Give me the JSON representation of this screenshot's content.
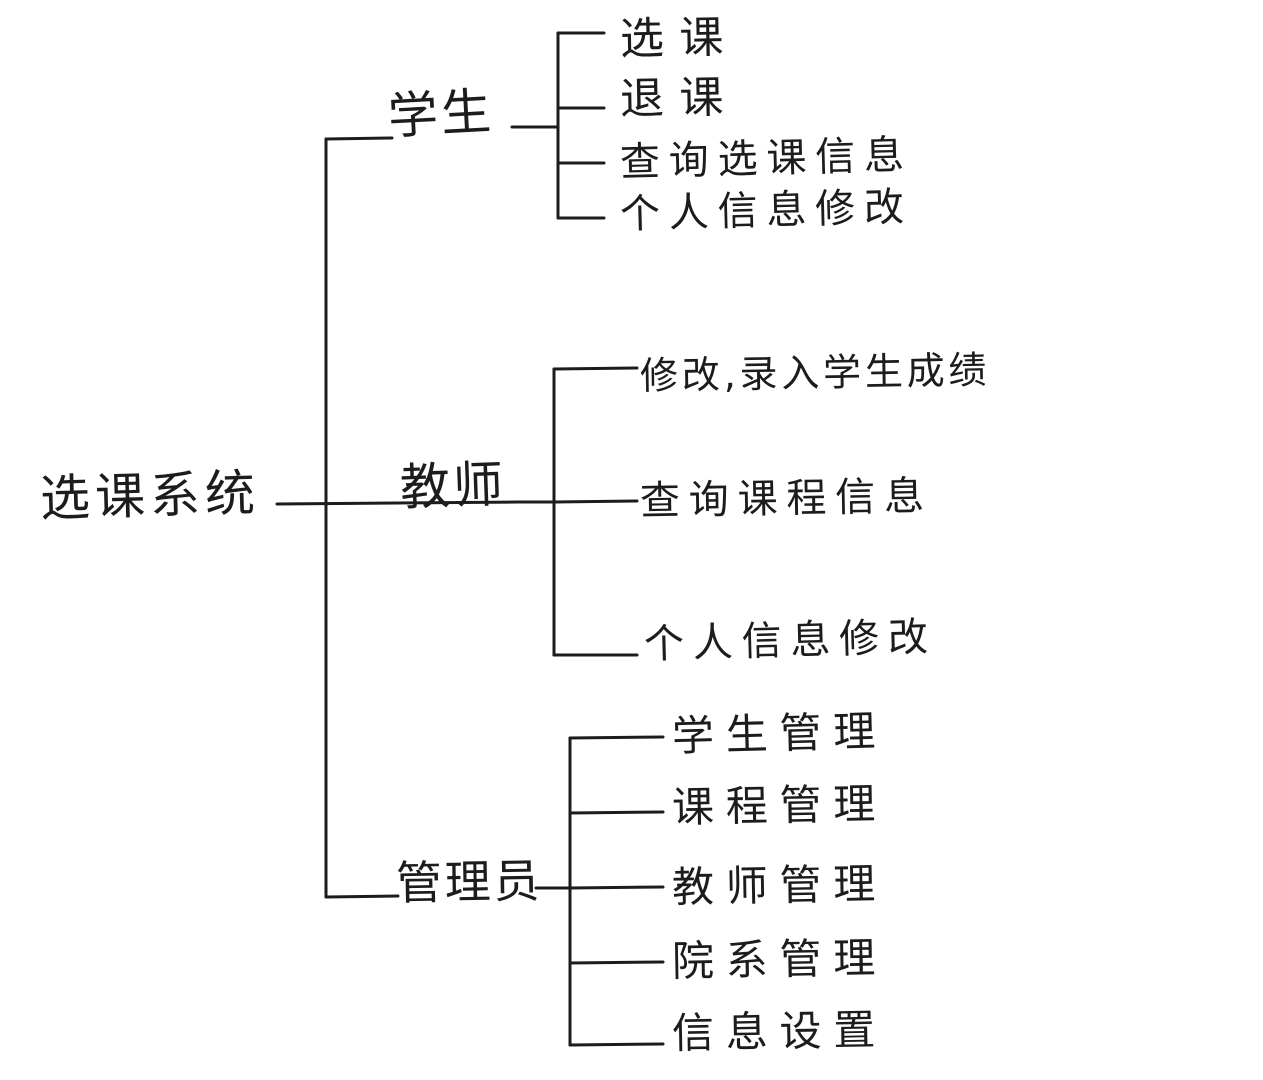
{
  "colors": {
    "stroke": "#1c1c1c",
    "text": "#1c1c1c",
    "background": "#ffffff"
  },
  "tree": {
    "root": {
      "label": "选课系统"
    },
    "branches": [
      {
        "label": "学生",
        "children": [
          "选课",
          "退课",
          "查询选课信息",
          "个人信息修改"
        ]
      },
      {
        "label": "教师",
        "children": [
          "修改,录入学生成绩",
          "查询课程信息",
          "个人信息修改"
        ]
      },
      {
        "label": "管理员",
        "children": [
          "学生管理",
          "课程管理",
          "教师管理",
          "院系管理",
          "信息设置"
        ]
      }
    ]
  }
}
